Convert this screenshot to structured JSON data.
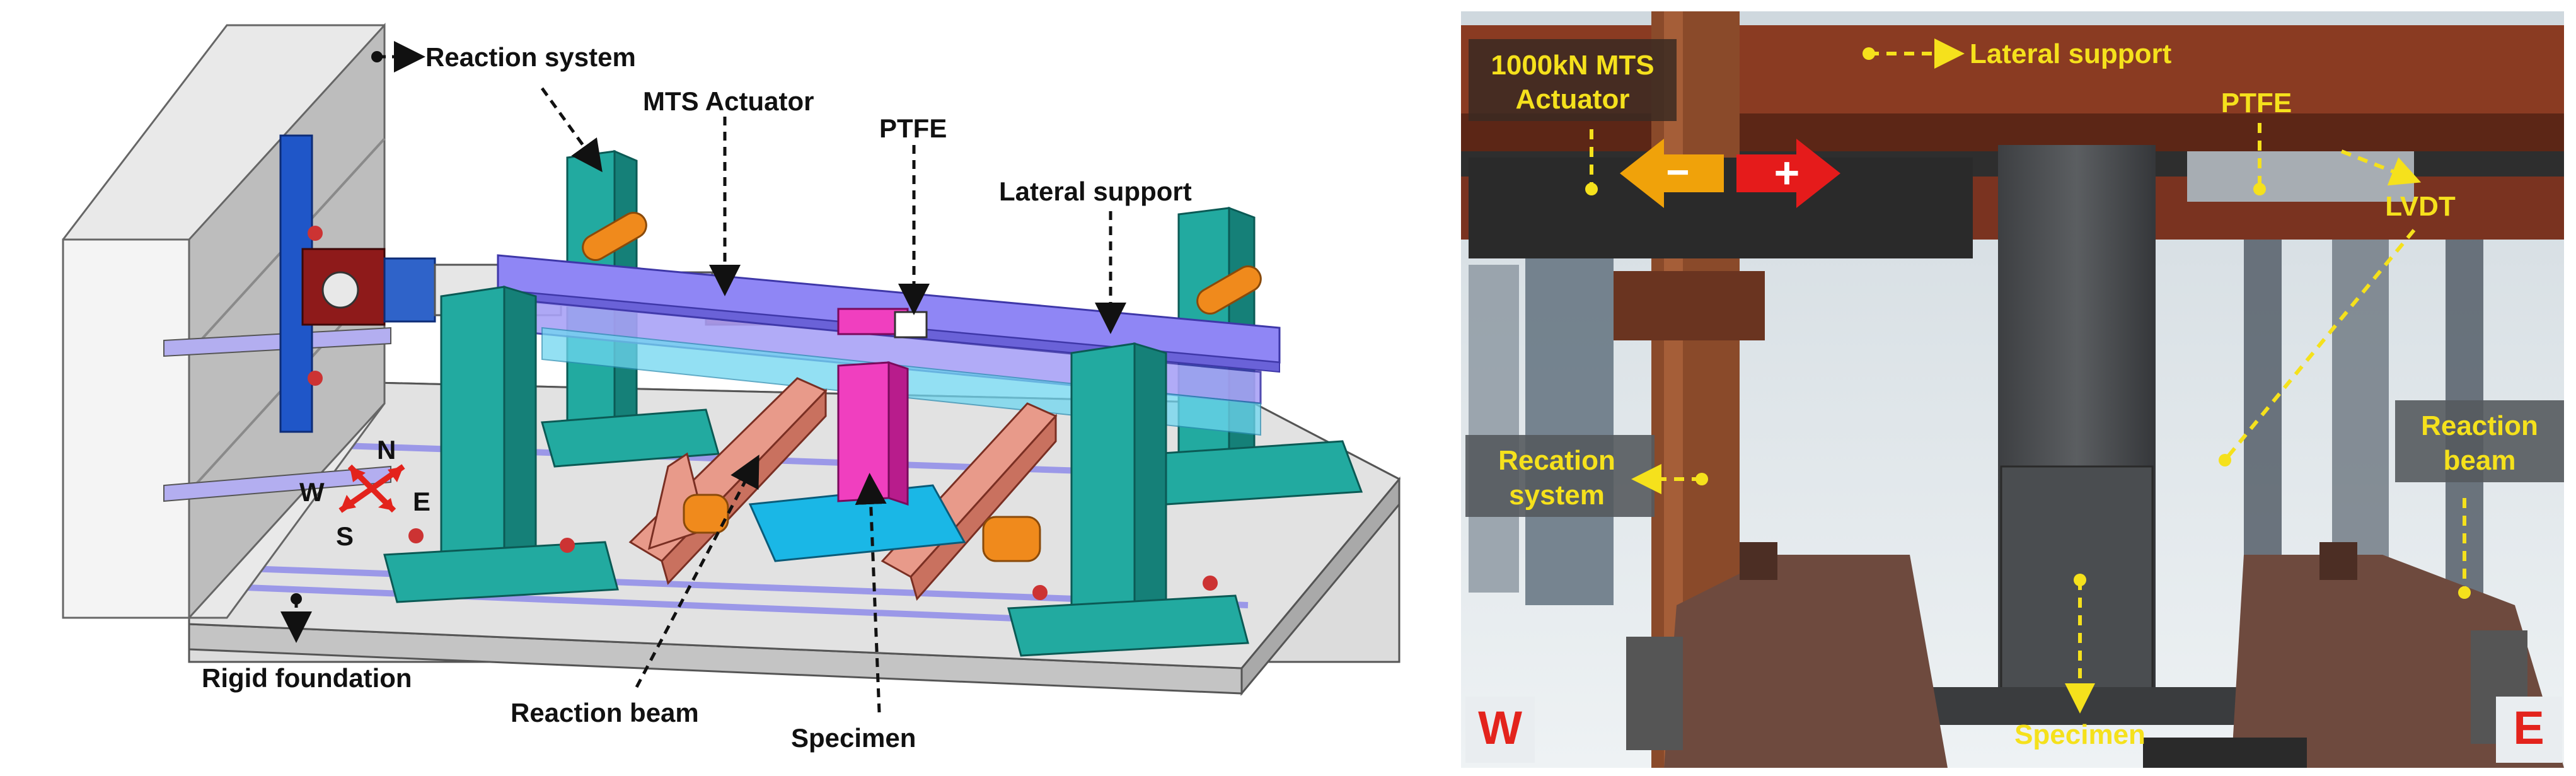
{
  "left_panel": {
    "labels": {
      "reaction_system": "Reaction system",
      "mts_actuator": "MTS Actuator",
      "ptfe": "PTFE",
      "lateral_support": "Lateral support",
      "rigid_foundation": "Rigid foundation",
      "reaction_beam": "Reaction beam",
      "specimen": "Specimen"
    },
    "compass": {
      "n": "N",
      "s": "S",
      "e": "E",
      "w": "W"
    }
  },
  "right_panel": {
    "labels": {
      "actuator_line1": "1000kN MTS",
      "actuator_line2": "Actuator",
      "lateral_support": "Lateral support",
      "ptfe": "PTFE",
      "lvdt": "LVDT",
      "recation_line1": "Recation",
      "recation_line2": "system",
      "reaction_beam_line1": "Reaction",
      "reaction_beam_line2": "beam",
      "specimen": "Specimen"
    },
    "directions": {
      "minus": "−",
      "plus": "+",
      "west": "W",
      "east": "E"
    }
  },
  "colors": {
    "teal_column": "#22aaa0",
    "blue_beam": "#8f86f5",
    "magenta_specimen": "#f03fbf",
    "orange_roller": "#f08a1c",
    "dark_red": "#8e1a1a",
    "salmon_beam": "#e89a8a",
    "yellow_label": "#f5e11c",
    "red_letter": "#e3231c",
    "rust": "#8a3b22"
  }
}
